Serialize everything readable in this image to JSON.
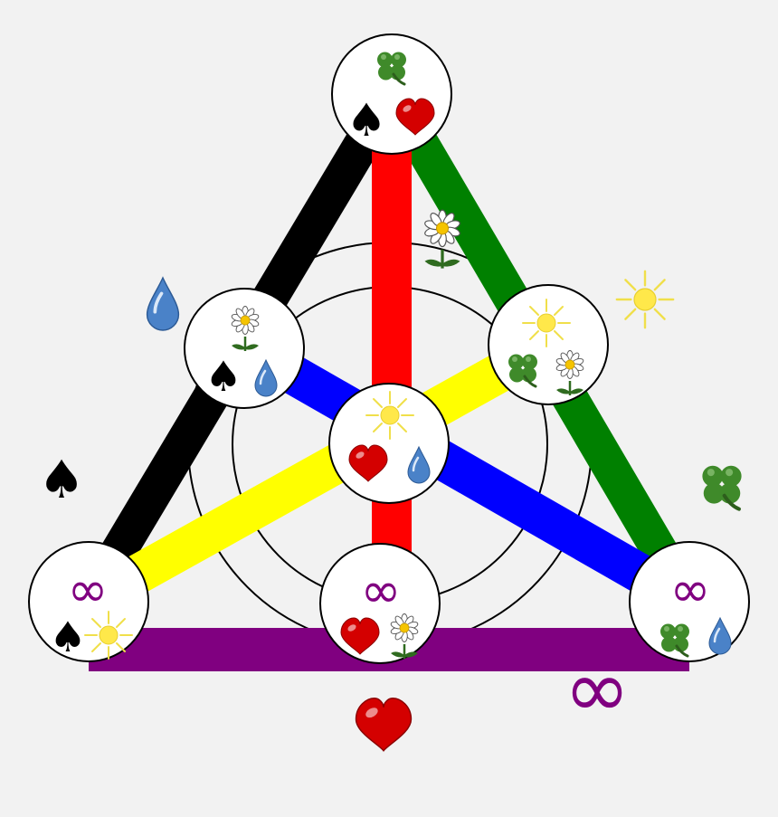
{
  "background": "#f2f2f2",
  "line_colors": {
    "black": "#000000",
    "green": "#008000",
    "purple": "#800080",
    "red": "#ff0000",
    "blue": "#0000ff",
    "yellow": "#ffff00",
    "circle_stroke": "#000000"
  },
  "symbol_colors": {
    "infinity": "#800080",
    "heart": "#d40000",
    "spade": "#000000",
    "clover": "#3f8a2a",
    "drop": "#4a82c8",
    "sun": "#ffe84a",
    "daisy_center": "#f5c400",
    "daisy_stem": "#2f6b1f"
  },
  "symbols": {
    "infinity": "∞",
    "spade": "♠"
  },
  "nodes": [
    {
      "id": "top",
      "symbols": [
        "clover-icon",
        "spade-icon",
        "heart-icon"
      ]
    },
    {
      "id": "upper-left",
      "symbols": [
        "daisy-icon",
        "spade-icon",
        "drop-icon"
      ]
    },
    {
      "id": "upper-right",
      "symbols": [
        "sun-icon",
        "clover-icon",
        "daisy-icon"
      ]
    },
    {
      "id": "center",
      "symbols": [
        "sun-icon",
        "heart-icon",
        "drop-icon"
      ]
    },
    {
      "id": "bottom-left",
      "symbols": [
        "infinity-icon",
        "spade-icon",
        "sun-icon"
      ]
    },
    {
      "id": "bottom-middle",
      "symbols": [
        "infinity-icon",
        "heart-icon",
        "daisy-icon"
      ]
    },
    {
      "id": "bottom-right",
      "symbols": [
        "infinity-icon",
        "clover-icon",
        "drop-icon"
      ]
    }
  ],
  "line_labels": {
    "black": "spade-icon",
    "green": "clover-icon",
    "purple": "infinity-icon",
    "red": "daisy-icon",
    "blue": "sun-icon",
    "yellow": "drop-icon",
    "outer-circle": "heart-icon"
  }
}
